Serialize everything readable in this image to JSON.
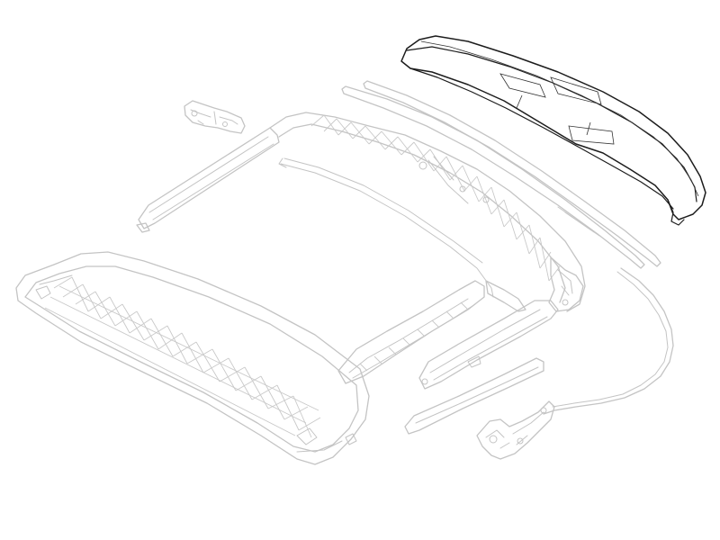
{
  "diagram": {
    "style": "exploded-parts-line-drawing",
    "background_color": "#ffffff",
    "ghost_stroke_color": "#c4c4c4",
    "highlight_stroke_color": "#1c1c1c",
    "parts": [
      {
        "name": "rear-bow-highlighted",
        "highlighted": true
      },
      {
        "name": "front-roof-frame-panel",
        "highlighted": false
      },
      {
        "name": "roof-side-rail-left",
        "highlighted": false
      },
      {
        "name": "roof-side-rail-right",
        "highlighted": false
      },
      {
        "name": "weatherstrip-channels",
        "highlighted": false
      },
      {
        "name": "hinge-bracket-upper-left",
        "highlighted": false
      },
      {
        "name": "hinge-bracket-lower-right",
        "highlighted": false
      },
      {
        "name": "rail-trim-left",
        "highlighted": false
      },
      {
        "name": "rail-trim-right",
        "highlighted": false
      },
      {
        "name": "trim-strip",
        "highlighted": false
      },
      {
        "name": "drain-hose",
        "highlighted": false
      }
    ]
  }
}
